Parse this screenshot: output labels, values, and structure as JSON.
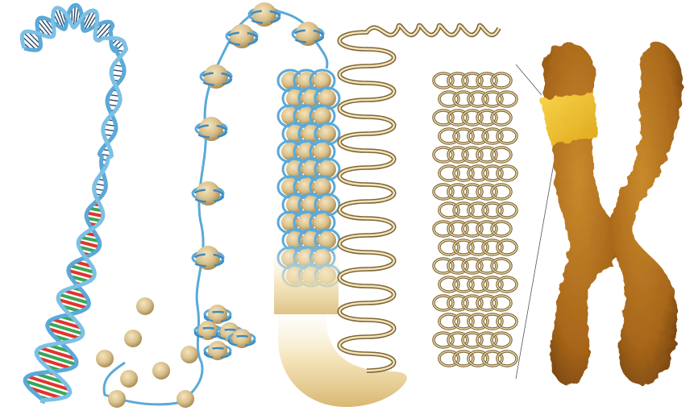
{
  "illustration": {
    "panels": [
      {
        "name": "dna-double-helix",
        "colors": {
          "backbone": "#5aa9d8",
          "base_red": "#e2342e",
          "base_orange": "#f2a23a",
          "base_green": "#3aa655",
          "base_blue": "#2f7fd0"
        }
      },
      {
        "name": "nucleosome-beads-on-string",
        "colors": {
          "histone": "#d9c08c",
          "histone_shadow": "#a88d56",
          "strand": "#5aa9d8"
        }
      },
      {
        "name": "chromatin-fiber-30nm",
        "colors": {
          "histone": "#d9c08c",
          "fiber_base": "#e6cc92"
        }
      },
      {
        "name": "looped-chromatin",
        "colors": {
          "loop": "#c9a86a",
          "loop_dark": "#7d6435"
        }
      },
      {
        "name": "metaphase-chromosome",
        "colors": {
          "body": "#b8741c",
          "body_dark": "#7a4a10",
          "highlight": "#f0c428"
        }
      }
    ]
  }
}
